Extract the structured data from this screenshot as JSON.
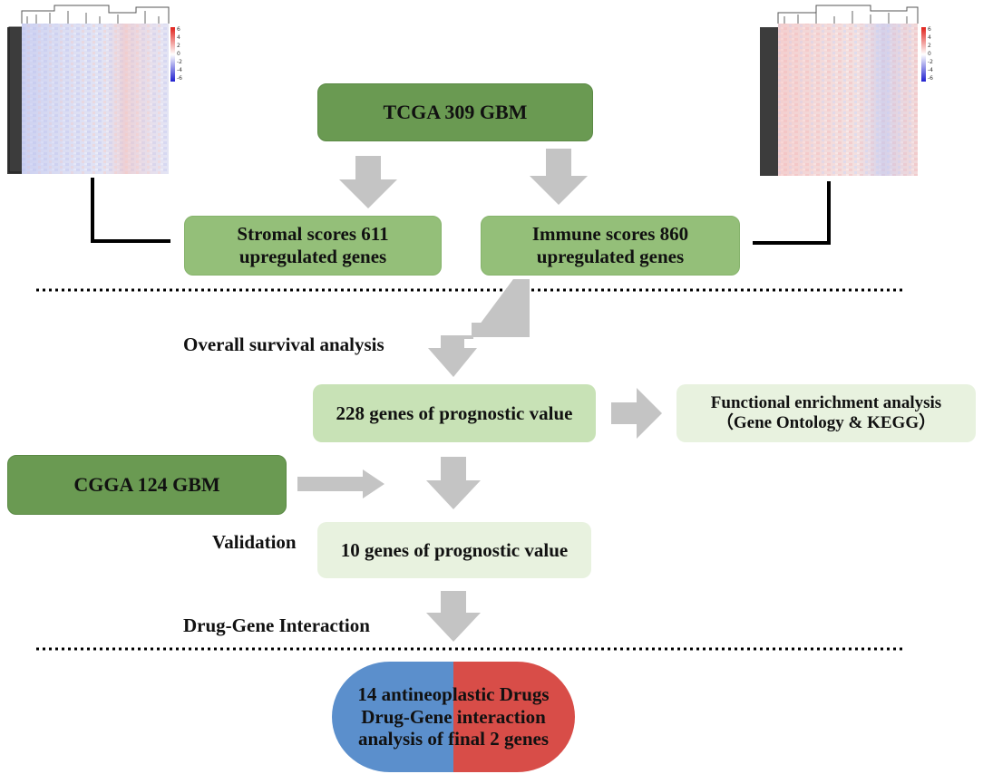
{
  "boxes": {
    "tcga": "TCGA 309 GBM",
    "stromal_line1": "Stromal scores 611",
    "stromal_line2": "upregulated genes",
    "immune_line1": "Immune scores 860",
    "immune_line2": "upregulated genes",
    "genes228": "228 genes of prognostic value",
    "functional_line1": "Functional enrichment analysis",
    "functional_line2": "（Gene Ontology & KEGG）",
    "cgga": "CGGA 124 GBM",
    "genes10": "10 genes of prognostic value",
    "drugs_line1": "14 antineoplastic Drugs",
    "drugs_line2": "Drug-Gene interaction",
    "drugs_line3": "analysis of final 2 genes"
  },
  "labels": {
    "overall_survival": "Overall survival analysis",
    "validation": "Validation",
    "drug_gene": "Drug-Gene Interaction"
  },
  "heatmap_scale": {
    "left_ticks": [
      "6",
      "4",
      "2",
      "0",
      "-2",
      "-4",
      "-6"
    ],
    "right_ticks": [
      "6",
      "4",
      "2",
      "0",
      "-2",
      "-4",
      "-6"
    ]
  },
  "colors": {
    "dark_green": "#6a9a52",
    "mid_green": "#94bf79",
    "light_green": "#c8e2b6",
    "pale_green": "#e8f2df",
    "arrow_gray": "#c4c4c4",
    "pill_blue": "#5b8fcc",
    "pill_red": "#d84d48"
  }
}
